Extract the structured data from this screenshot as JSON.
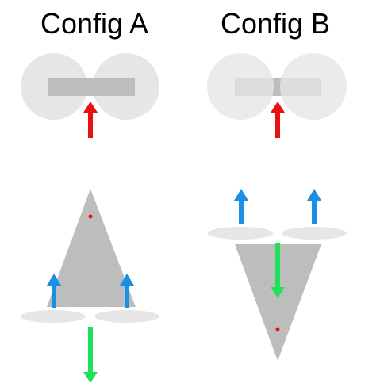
{
  "configs": [
    {
      "title": "Config A",
      "top_view": {
        "rotor_count": 2,
        "rotor_opacity": "opaque",
        "thrust_arrow_color": "red"
      },
      "side_view": {
        "body_shape": "triangle-point-up",
        "center_of_mass": "red-dot-near-top",
        "rotor_thrust_arrows": 2,
        "gravity_arrow_color": "green",
        "rotor_position": "below-body"
      }
    },
    {
      "title": "Config B",
      "top_view": {
        "rotor_count": 2,
        "rotor_opacity": "translucent",
        "thrust_arrow_color": "red"
      },
      "side_view": {
        "body_shape": "triangle-point-down",
        "center_of_mass": "red-dot-near-bottom",
        "rotor_thrust_arrows": 2,
        "gravity_arrow_color": "green",
        "rotor_position": "above-body"
      }
    }
  ],
  "colors": {
    "rotor_disc": "#e6e6e6",
    "body": "#bdbdbd",
    "body_light": "#d9d9d9",
    "thrust_arrow": "#1a8fe3",
    "top_arrow": "#e81010",
    "gravity_arrow": "#22e05a",
    "com_dot": "#e81010"
  }
}
